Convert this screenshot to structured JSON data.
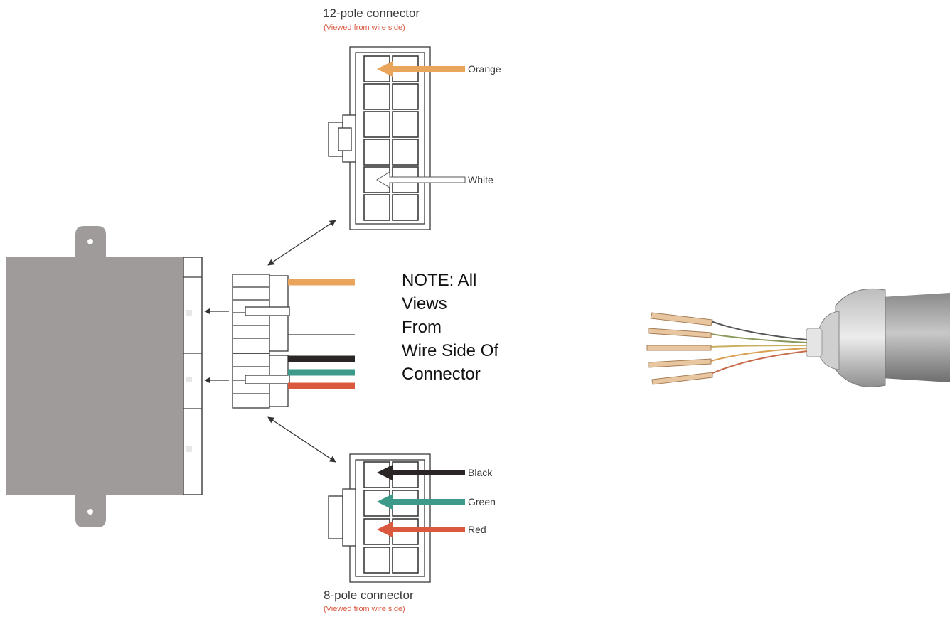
{
  "colors": {
    "housing": "#9e9b9a",
    "orange": "#eaa55c",
    "black": "#2a2626",
    "green": "#3d9a8a",
    "red": "#d9583e",
    "subtitle": "#d9583e",
    "outline": "#3a3a3a"
  },
  "connector_12": {
    "title": "12-pole connector",
    "subtitle": "(Viewed from wire side)",
    "wires": [
      {
        "label": "Orange",
        "color": "#eaa55c",
        "icon": "solid-arrow"
      },
      {
        "label": "White",
        "color": "#ffffff",
        "icon": "outlined-arrow"
      }
    ]
  },
  "connector_8": {
    "title": "8-pole connector",
    "subtitle": "(Viewed from wire side)",
    "wires": [
      {
        "label": "Black",
        "color": "#2a2626",
        "icon": "solid-arrow"
      },
      {
        "label": "Green",
        "color": "#3d9a8a",
        "icon": "solid-arrow"
      },
      {
        "label": "Red",
        "color": "#d9583e",
        "icon": "solid-arrow"
      }
    ]
  },
  "note": {
    "lines": [
      "NOTE: All",
      "Views",
      "From",
      "Wire Side Of",
      "Connector"
    ]
  }
}
